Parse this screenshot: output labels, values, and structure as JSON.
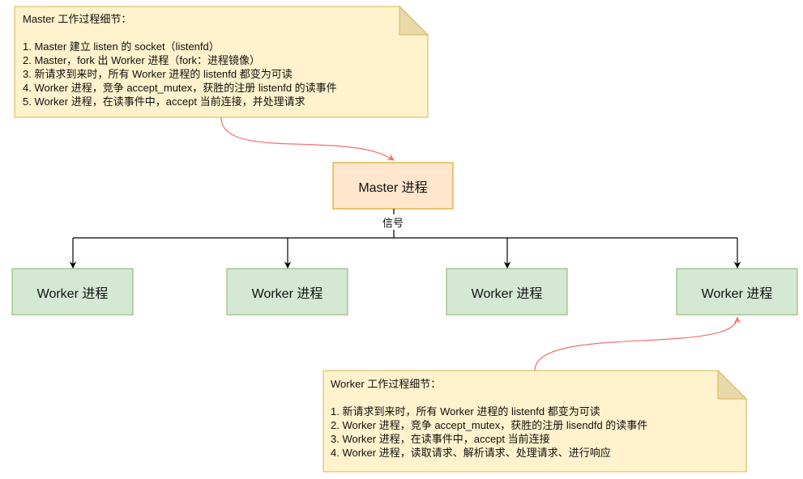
{
  "colors": {
    "note_fill": "#fff2cc",
    "note_stroke": "#d6b656",
    "master_fill": "#ffe6cc",
    "master_stroke": "#d79b00",
    "worker_fill": "#d5e8d4",
    "worker_stroke": "#82b366",
    "link_red": "#f17171",
    "edge_black": "#000000"
  },
  "master_note": {
    "title": "Master 工作过程细节：",
    "items": [
      "1. Master 建立 listen 的 socket（listenfd）",
      "2. Master，fork 出 Worker 进程（fork：进程镜像）",
      "3. 新请求到来时，所有 Worker 进程的 listenfd 都变为可读",
      "4. Worker 进程，竞争 accept_mutex，获胜的注册 listenfd 的读事件",
      "5. Worker 进程，在读事件中，accept 当前连接，并处理请求"
    ]
  },
  "master_box": {
    "label": "Master 进程"
  },
  "signal_label": "信号",
  "workers": [
    {
      "label": "Worker 进程"
    },
    {
      "label": "Worker 进程"
    },
    {
      "label": "Worker 进程"
    },
    {
      "label": "Worker 进程"
    }
  ],
  "worker_note": {
    "title": "Worker 工作过程细节：",
    "items": [
      "1. 新请求到来时，所有 Worker 进程的 listenfd 都变为可读",
      "2. Worker 进程，竞争 accept_mutex，获胜的注册 lisendfd 的读事件",
      "3. Worker 进程，在读事件中，accept 当前连接",
      "4. Worker 进程，读取请求、解析请求、处理请求、进行响应"
    ]
  }
}
